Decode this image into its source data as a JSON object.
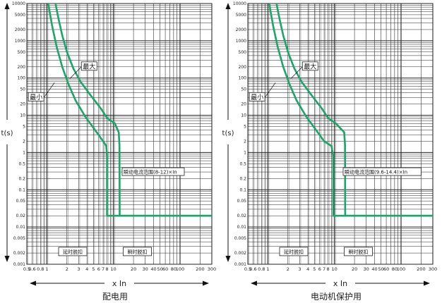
{
  "chart_data": [
    {
      "type": "line",
      "title": "配电用",
      "xlabel": "x In",
      "ylabel": "t(s)",
      "x_scale": "log",
      "y_scale": "log",
      "xlim": [
        0.5,
        300
      ],
      "ylim": [
        0.001,
        10000
      ],
      "x_ticks": [
        "0.5",
        "0.6",
        "0.8",
        "1",
        "2",
        "3",
        "4",
        "5",
        "6",
        "7",
        "8",
        "10",
        "20",
        "30",
        "40",
        "50",
        "60",
        "80",
        "100",
        "200",
        "300"
      ],
      "y_ticks": [
        "10000",
        "5000",
        "2000",
        "1000",
        "500",
        "200",
        "100",
        "50",
        "20",
        "10",
        "5",
        "2",
        "1",
        "0.5",
        "0.2",
        "0.1",
        "0.05",
        "0.02",
        "0.01",
        "0.005",
        "0.002",
        "0.001"
      ],
      "curve_color": "#1aa56a",
      "series": [
        {
          "name": "最大",
          "x": [
            1.35,
            1.4,
            1.5,
            1.7,
            2.0,
            2.5,
            3.2,
            4.5,
            6.5,
            8.0,
            10.5,
            12.0,
            12.3,
            12.4,
            14.0,
            300
          ],
          "y": [
            10000,
            7000,
            3800,
            1400,
            500,
            180,
            80,
            35,
            15,
            8.5,
            6.0,
            3.5,
            1.6,
            0.02,
            0.02,
            0.02
          ]
        },
        {
          "name": "最小",
          "x": [
            1.05,
            1.1,
            1.2,
            1.4,
            1.7,
            2.1,
            2.7,
            3.8,
            5.3,
            7.0,
            7.8,
            8.0,
            8.0,
            9.5,
            300
          ],
          "y": [
            10000,
            6000,
            2500,
            700,
            200,
            70,
            25,
            9,
            4,
            2.0,
            1.5,
            0.8,
            0.02,
            0.02,
            0.02
          ]
        }
      ],
      "annotations": {
        "max_label": "最大",
        "min_label": "最小",
        "instant_range": "瞬动电流范围(8-12)×In",
        "delay_region": "延时脱扣",
        "instant_region": "瞬时脱扣"
      }
    },
    {
      "type": "line",
      "title": "电动机保护用",
      "xlabel": "x In",
      "ylabel": "t(s)",
      "x_scale": "log",
      "y_scale": "log",
      "xlim": [
        0.5,
        300
      ],
      "ylim": [
        0.001,
        10000
      ],
      "x_ticks": [
        "0.5",
        "0.6",
        "0.8",
        "1",
        "2",
        "3",
        "4",
        "5",
        "6",
        "7",
        "8",
        "10",
        "20",
        "30",
        "40",
        "50",
        "60",
        "80",
        "100",
        "200",
        "300"
      ],
      "y_ticks": [
        "10000",
        "5000",
        "2000",
        "1000",
        "500",
        "200",
        "100",
        "50",
        "20",
        "10",
        "5",
        "2",
        "1",
        "0.5",
        "0.2",
        "0.1",
        "0.05",
        "0.02",
        "0.01",
        "0.005",
        "0.002",
        "0.001"
      ],
      "curve_color": "#1aa56a",
      "series": [
        {
          "name": "最大",
          "x": [
            1.35,
            1.4,
            1.5,
            1.7,
            2.0,
            2.5,
            3.2,
            4.5,
            6.5,
            8.0,
            10.5,
            14.0,
            14.4,
            14.5,
            16.0,
            300
          ],
          "y": [
            10000,
            7000,
            3800,
            1400,
            500,
            180,
            80,
            35,
            15,
            8.5,
            6.0,
            3.5,
            1.6,
            0.02,
            0.02,
            0.02
          ]
        },
        {
          "name": "最小",
          "x": [
            1.05,
            1.1,
            1.2,
            1.4,
            1.7,
            2.1,
            2.7,
            3.8,
            5.3,
            7.0,
            9.0,
            9.6,
            9.6,
            11.0,
            300
          ],
          "y": [
            10000,
            6000,
            2500,
            700,
            200,
            70,
            25,
            9,
            4,
            2.0,
            1.5,
            0.8,
            0.02,
            0.02,
            0.02
          ]
        }
      ],
      "annotations": {
        "max_label": "最大",
        "min_label": "最小",
        "instant_range": "瞬动电流范围(9.6-14.4)×In",
        "delay_region": "延时脱扣",
        "instant_region": "瞬时脱扣"
      }
    }
  ]
}
